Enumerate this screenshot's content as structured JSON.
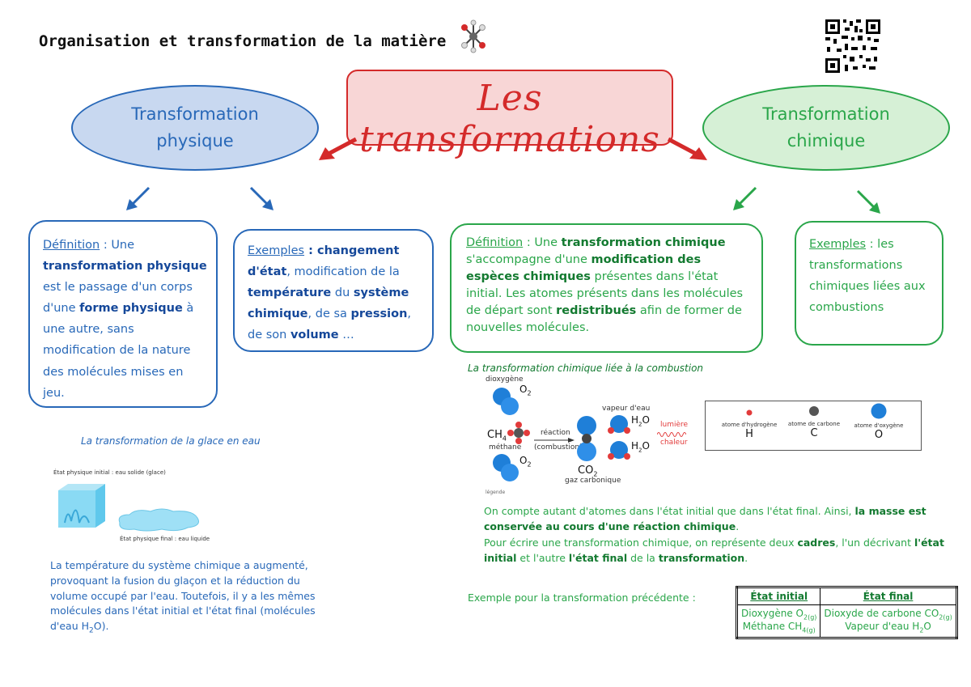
{
  "header": {
    "title": "Organisation et transformation de la matière",
    "center_title": "Les transformations"
  },
  "branches": {
    "physique": "Transformation physique",
    "chimique": "Transformation chimique"
  },
  "def_phys": {
    "label": "Définition",
    "t1": " : Une ",
    "b1": "transformation physique",
    "t2": " est le passage d'un corps d'une ",
    "b2": "forme physique",
    "t3": " à une autre, sans modification de la nature des molécules mises en jeu."
  },
  "ex_phys": {
    "label": "Exemples",
    "t1": " : ",
    "b1": "changement d'état",
    "t2": ", modification de la ",
    "b2": "température",
    "t3": " du ",
    "b3": "système chimique",
    "t4": ", de sa ",
    "b4": "pression",
    "t5": ", de son ",
    "b5": "volume",
    "t6": " …"
  },
  "def_chim": {
    "label": "Définition",
    "t1": " : Une ",
    "b1": "transformation chimique",
    "t2": " s'accompagne d'une ",
    "b2": "modification des espèces chimiques",
    "t3": " présentes dans l'état initial. Les atomes présents dans les molécules de départ sont ",
    "b3": "redistribués",
    "t4": " afin de former de nouvelles molécules."
  },
  "ex_chim": {
    "label": "Exemples",
    "text": " : les transformations chimiques liées aux combustions"
  },
  "glace": {
    "caption": "La transformation de la glace en eau",
    "initial": "État physique initial : eau solide (glace)",
    "final": "État physique final : eau liquide",
    "para1": "La température du système chimique a augmenté, provoquant la fusion du glaçon et la réduction du volume occupé par l'eau. Toutefois, il y a les mêmes molécules dans l'état initial et l'état final (molécules d'eau H",
    "para_sub": "2",
    "para2": "O)."
  },
  "combustion": {
    "caption": "La transformation chimique liée à la combustion",
    "dioxygene": "dioxygène",
    "o2": "O",
    "o2_sub": "2",
    "ch4": "CH",
    "ch4_sub": "4",
    "methane": "méthane",
    "reaction": "réaction",
    "combustion": "(combustion)",
    "vapeur": "vapeur d'eau",
    "h2o": "H",
    "h2o_sub": "2",
    "h2o_end": "O",
    "co2": "CO",
    "co2_sub": "2",
    "gaz": "gaz carbonique",
    "lumiere": "lumière",
    "chaleur": "chaleur",
    "legende": "légende",
    "legend_items": [
      {
        "name": "atome d'hydrogène",
        "symbol": "H"
      },
      {
        "name": "atome de carbone",
        "symbol": "C"
      },
      {
        "name": "atome d'oxygène",
        "symbol": "O"
      }
    ]
  },
  "para_chim": {
    "p1a": "On compte autant d'atomes dans l'état initial que dans l'état final. Ainsi, ",
    "p1b": "la masse est conservée au cours d'une réaction chimique",
    "p1c": ".",
    "p2a": "Pour écrire une transformation chimique, on représente deux ",
    "p2b": "cadres",
    "p2c": ", l'un décrivant ",
    "p2d": "l'état initial",
    "p2e": " et l'autre ",
    "p2f": "l'état final",
    "p2g": " de la ",
    "p2h": "transformation",
    "p2i": "."
  },
  "table": {
    "example_label": "Exemple pour la transformation précédente :",
    "h_initial": "État initial",
    "h_final": "État final",
    "i1": "Dioxygène O",
    "i1_sub": "2(g)",
    "i2": "Méthane CH",
    "i2_sub": "4(g)",
    "f1": "Dioxyde de carbone CO",
    "f1_sub": "2(g)",
    "f2": "Vapeur d'eau H",
    "f2_sub": "2",
    "f2_end": "O"
  },
  "colors": {
    "red": "#d42a2a",
    "blue": "#2868b8",
    "green": "#2aa64a",
    "atom_blue": "#1f7fd8"
  }
}
